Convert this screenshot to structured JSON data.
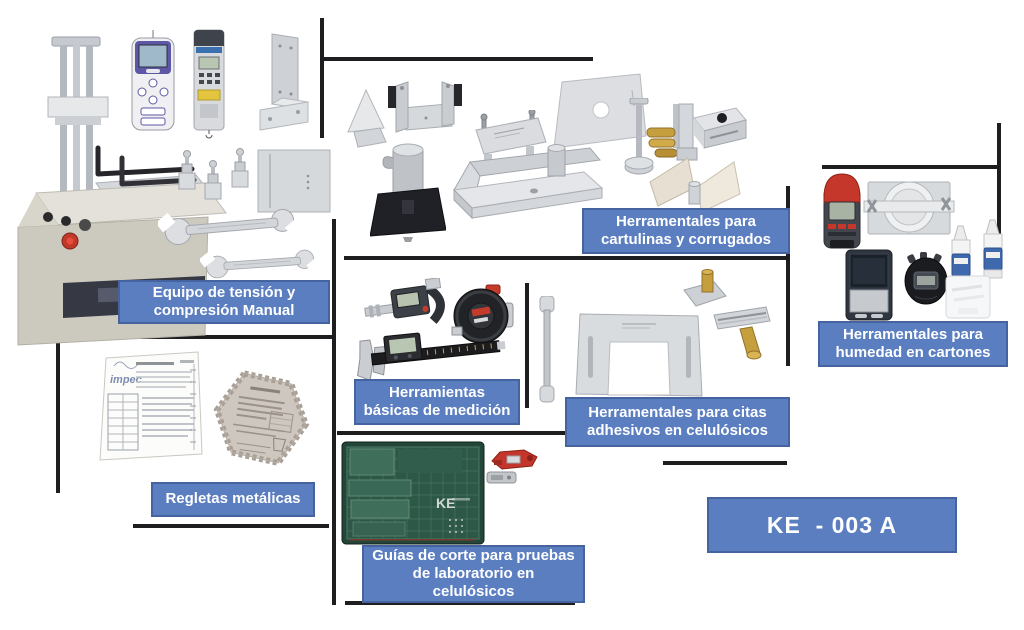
{
  "diagram": {
    "title_hint": "KE-003A laboratory tooling overview",
    "background": "#ffffff",
    "code_label": "KE  - 003 A"
  },
  "colors": {
    "label_bg": "#5b7ec1",
    "label_border": "#44639f",
    "label_text": "#ffffff",
    "divider": "#1e1e20",
    "brass": "#c59f3e",
    "metal": "#d6d9dc",
    "red_accent": "#c23b2e",
    "mat_green": "#2d5747"
  },
  "groups": [
    {
      "label": "Equipo de tensión y compresión Manual",
      "items": [
        "tension-compression-machine",
        "handheld-force-gauge",
        "vertical-force-gauge",
        "l-bracket-fixture",
        "hex-keys",
        "grip-fixtures",
        "metal-plate",
        "open-end-wrench-large",
        "open-end-wrench-small"
      ]
    },
    {
      "label": "Herramentales para cartulinas y corrugados",
      "items": [
        "triangle-bracket",
        "u-channel-bracket",
        "cylinder-press-device",
        "screw-plate-fixture",
        "long-aluminum-tray",
        "square-plate-with-hole",
        "small-cylinder",
        "rod-stand",
        "brass-roller-fixture",
        "block-with-hole",
        "folded-sample-holder"
      ]
    },
    {
      "label": "Herramentales para humedad en cartones",
      "items": [
        "moisture-meter",
        "sample-dish-clamp",
        "pocket-scale",
        "stopwatch",
        "reagent-dropper-bottles",
        "plastic-container"
      ]
    },
    {
      "label": "Herramientas básicas de medición",
      "items": [
        "digital-micrometer",
        "tape-measure",
        "digital-caliper",
        "extension-rod"
      ]
    },
    {
      "label": "Herramentales para citas adhesivos en celulósicos",
      "items": [
        "brass-roller-plate",
        "u-shaped-template",
        "brass-handle-applicator"
      ]
    },
    {
      "label": "Regletas metálicas",
      "items": [
        "printed-metal-ruler-sheet",
        "hex-comb-gauge"
      ]
    },
    {
      "label": "Guías de corte para pruebas de laboratorio en celulósicos",
      "items": [
        "cutting-mat",
        "utility-knife",
        "blade-cartridge"
      ]
    }
  ],
  "photo_texts": {
    "ruler_brand": "impec",
    "mat_logo": "KE"
  }
}
